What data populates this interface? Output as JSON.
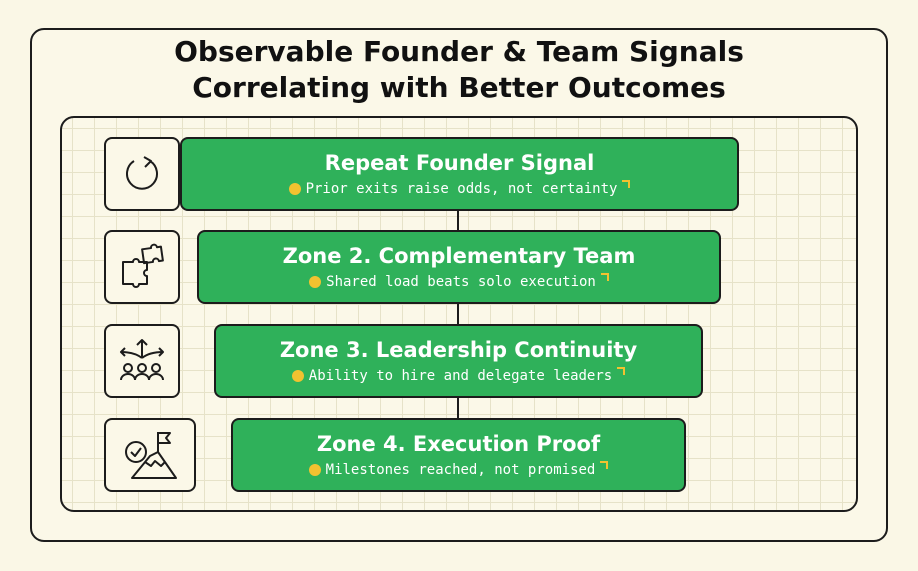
{
  "title": {
    "line1": "Observable Founder & Team Signals",
    "line2": "Correlating with Better Outcomes"
  },
  "icons": [
    "refresh-icon",
    "puzzle-icon",
    "team-directions-icon",
    "summit-flag-icon"
  ],
  "colors": {
    "card": "#2fb15a",
    "accent": "#f2c230",
    "background": "#faf7e6",
    "border": "#1c1c1c"
  },
  "zones": [
    {
      "title": "Repeat Founder Signal",
      "subtitle": "Prior exits raise odds, not certainty"
    },
    {
      "title": "Zone 2. Complementary Team",
      "subtitle": "Shared load beats solo execution"
    },
    {
      "title": "Zone 3. Leadership Continuity",
      "subtitle": "Ability to hire and delegate leaders"
    },
    {
      "title": "Zone 4. Execution Proof",
      "subtitle": "Milestones reached, not promised"
    }
  ]
}
